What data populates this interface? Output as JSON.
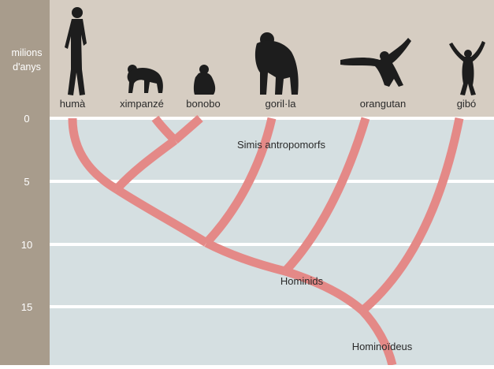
{
  "axis": {
    "title_line1": "milions",
    "title_line2": "d'anys",
    "ticks": [
      {
        "label": "0",
        "value": 0
      },
      {
        "label": "5",
        "value": 5
      },
      {
        "label": "10",
        "value": 10
      },
      {
        "label": "15",
        "value": 15
      }
    ]
  },
  "species": [
    {
      "name": "humà",
      "silhouette": "human-silhouette-icon"
    },
    {
      "name": "ximpanzé",
      "silhouette": "chimpanzee-silhouette-icon"
    },
    {
      "name": "bonobo",
      "silhouette": "bonobo-silhouette-icon"
    },
    {
      "name": "goril·la",
      "silhouette": "gorilla-silhouette-icon"
    },
    {
      "name": "orangutan",
      "silhouette": "orangutan-silhouette-icon"
    },
    {
      "name": "gibó",
      "silhouette": "gibbon-silhouette-icon"
    }
  ],
  "clades": {
    "apes": "Simis antropomorfs",
    "hominids": "Hominids",
    "hominoids": "Hominoïdeus"
  },
  "colors": {
    "left_band": "#a89c8c",
    "header_band": "#d6cdc2",
    "plot_bg": "#d5dfe1",
    "gridline": "#ffffff",
    "branch": "#e48987",
    "silhouette": "#1d1d1d",
    "text": "#2a2a2a",
    "axis_text": "#ffffff"
  }
}
